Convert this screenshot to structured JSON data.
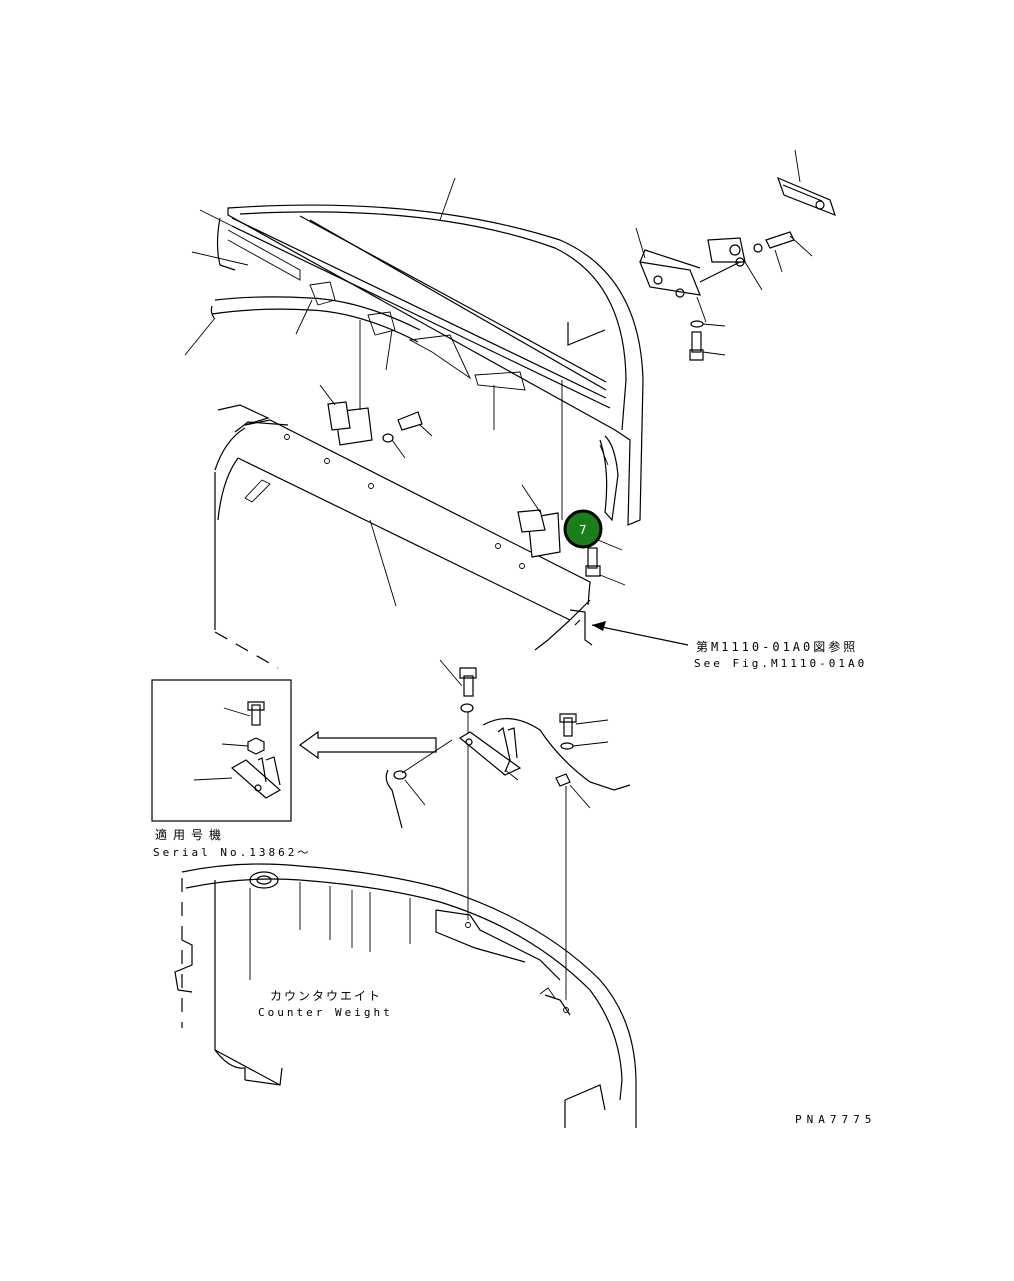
{
  "labels": {
    "reference_jp": "第M1110-01A0図参照",
    "reference_en": "See Fig.M1110-01A0",
    "serial_jp": "適用号機",
    "serial_en": "Serial No.13862～",
    "counterweight_jp": "カウンタウエイト",
    "counterweight_en": "Counter Weight",
    "drawing_code": "PNA7775"
  },
  "callout": {
    "number": "7",
    "color": "#1a7f1a",
    "border_color": "#000000"
  }
}
